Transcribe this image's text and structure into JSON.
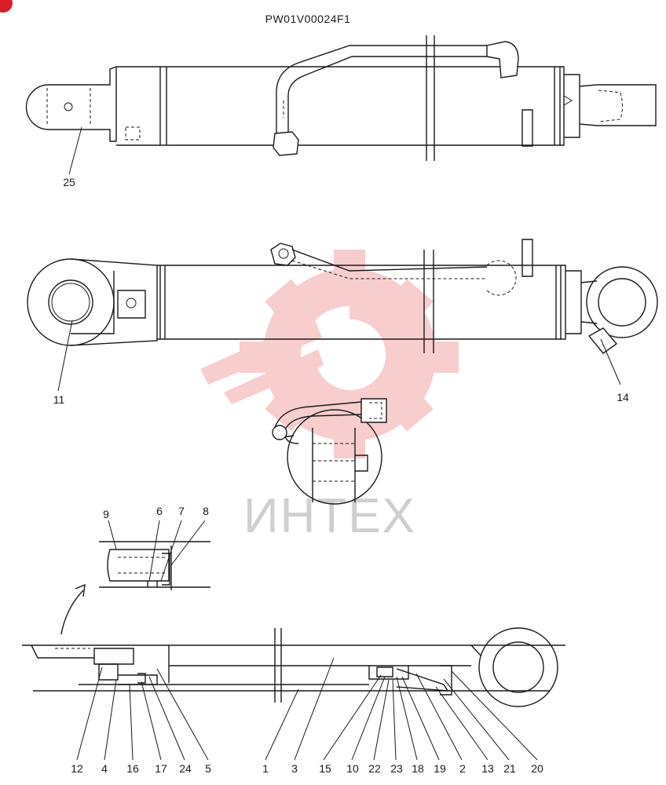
{
  "diagram": {
    "code": "PW01V00024F1",
    "watermark_text": "ИНТЕХ",
    "callouts": {
      "top_view": [
        "25"
      ],
      "side_view": [
        "11",
        "14"
      ],
      "detail": [
        "9",
        "6",
        "7",
        "8"
      ],
      "section": [
        "12",
        "4",
        "16",
        "17",
        "24",
        "5",
        "1",
        "3",
        "15",
        "10",
        "22",
        "23",
        "18",
        "19",
        "2",
        "13",
        "21",
        "20"
      ]
    }
  },
  "colors": {
    "line": "#1a1a1a",
    "watermark_gear": "#f2a6a6",
    "watermark_text": "#cfcfcf",
    "badge": "#d81e28"
  }
}
